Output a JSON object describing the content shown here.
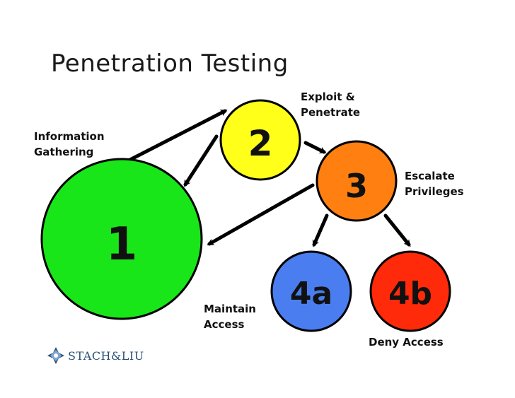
{
  "title": "Penetration Testing",
  "nodes": {
    "n1": {
      "label": "1",
      "color": "#19e619"
    },
    "n2": {
      "label": "2",
      "color": "#ffff1a"
    },
    "n3": {
      "label": "3",
      "color": "#ff8011"
    },
    "n4a": {
      "label": "4a",
      "color": "#4a7ef0"
    },
    "n4b": {
      "label": "4b",
      "color": "#ff2a0a"
    }
  },
  "labels": {
    "information_gathering": "Information Gathering",
    "exploit_penetrate": "Exploit & Penetrate",
    "escalate_privileges": "Escalate Privileges",
    "maintain_access": "Maintain Access",
    "deny_access": "Deny Access"
  },
  "logo": {
    "text": "STACH&LIU"
  }
}
